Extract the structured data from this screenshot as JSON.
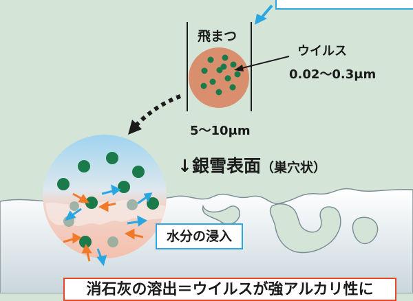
{
  "labels": {
    "droplet": "飛まつ",
    "virus": "ウイルス",
    "virus_size": "0.02〜0.3μm",
    "droplet_size": "5〜10μm",
    "surface": "↓銀雪表面",
    "surface_sub": "（巣穴状）",
    "water": "水分の浸入",
    "bottom_note": "消石灰の溶出＝ウイルスが強アルカリ性に"
  },
  "colors": {
    "background": "#d4e5d8",
    "droplet_fill": "#d98f6e",
    "virus_dot": "#1a7a4a",
    "surface": "#f2f4f4",
    "water_arrow": "#2aa7e0",
    "alkali_arrow": "#f07a2a",
    "blue_box_border": "#2aa7e0",
    "red_box_border": "#e2462b"
  }
}
